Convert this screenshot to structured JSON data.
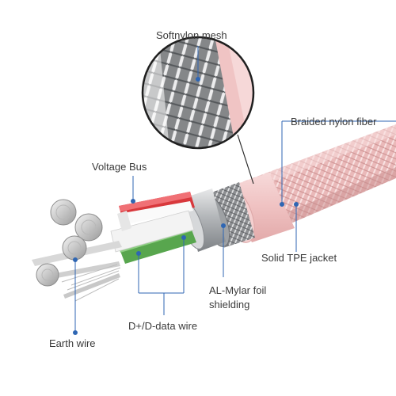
{
  "labels": {
    "softnylon_mesh": "Softnylon mesh",
    "braided_nylon_fiber": "Braided nylon fiber",
    "voltage_bus": "Voltage Bus",
    "solid_tpe_jacket": "Solid TPE jacket",
    "al_mylar_line1": "AL-Mylar foil",
    "al_mylar_line2": "shielding",
    "data_wire": "D+/D-data wire",
    "earth_wire": "Earth wire"
  },
  "colors": {
    "jacket_pink": "#f2c6c6",
    "braid_pink": "#e9b3b3",
    "voltage_red": "#d8383c",
    "data_green": "#58a64e",
    "foil_silver": "#b9bcbf",
    "leader_blue": "#2f66b3"
  }
}
